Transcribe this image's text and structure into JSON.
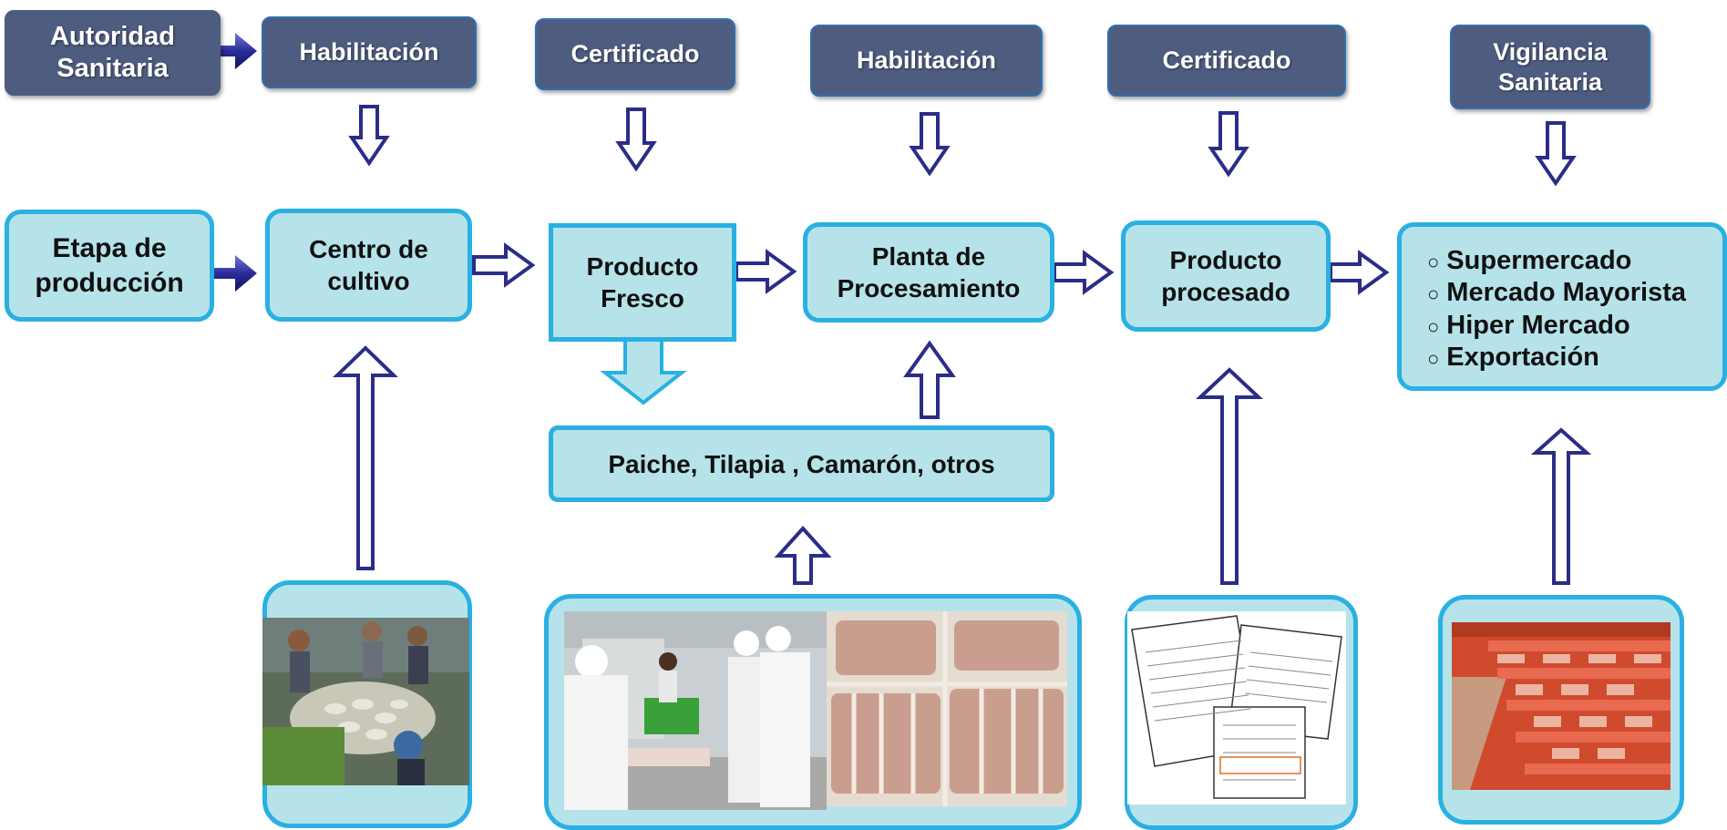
{
  "authority": {
    "title_line1": "Autoridad",
    "title_line2": "Sanitaria"
  },
  "controls": [
    {
      "label": "Habilitación"
    },
    {
      "label": "Certificado"
    },
    {
      "label": "Habilitación"
    },
    {
      "label": "Certificado"
    },
    {
      "label_line1": "Vigilancia",
      "label_line2": "Sanitaria"
    }
  ],
  "stages": {
    "production": {
      "line1": "Etapa de",
      "line2": "producción"
    },
    "farm": {
      "line1": "Centro de",
      "line2": "cultivo"
    },
    "fresh": {
      "line1": "Producto",
      "line2": "Fresco"
    },
    "plant": {
      "line1": "Planta de",
      "line2": "Procesamiento"
    },
    "processed": {
      "line1": "Producto",
      "line2": "procesado"
    }
  },
  "species": {
    "label": "Paiche,  Tilapia ,  Camarón, otros"
  },
  "markets": {
    "items": [
      "Supermercado",
      "Mercado Mayorista",
      "Hiper Mercado",
      "Exportación"
    ]
  },
  "photos": [
    {
      "icon": "fish-harvest-photo"
    },
    {
      "icon": "fish-processing-workers-photo"
    },
    {
      "icon": "fish-fillets-crates-photo"
    },
    {
      "icon": "certificate-documents-photo"
    },
    {
      "icon": "supermarket-shelves-photo"
    }
  ],
  "colors": {
    "dark_box": "#4e5c80",
    "light_box": "#b6e3ea",
    "border": "#2ab0e2",
    "arrow": "#2a2d88"
  }
}
